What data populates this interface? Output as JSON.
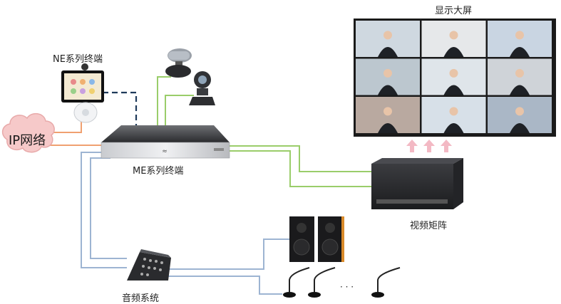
{
  "labels": {
    "display_wall": "显示大屏",
    "ne_terminal": "NE系列终端",
    "ip_network": "IP网络",
    "me_terminal": "ME系列终端",
    "video_matrix": "视频矩阵",
    "audio_system": "音频系统",
    "ellipsis": "· · ·"
  },
  "colors": {
    "orange_link": "#f0a070",
    "green_link": "#9acd6a",
    "blue_link": "#9db4d2",
    "dashed_link": "#1f3a5a",
    "cloud_fill": "#f6c9c9",
    "arrow_fill": "#f3b9c4"
  },
  "icons": {
    "cameras": [
      "ptz-camera-icon",
      "ptz-camera-icon"
    ],
    "microphones": [
      "gooseneck-mic-icon",
      "gooseneck-mic-icon",
      "gooseneck-mic-icon"
    ],
    "speakers": [
      "speaker-cabinet-icon",
      "speaker-cabinet-icon"
    ]
  }
}
